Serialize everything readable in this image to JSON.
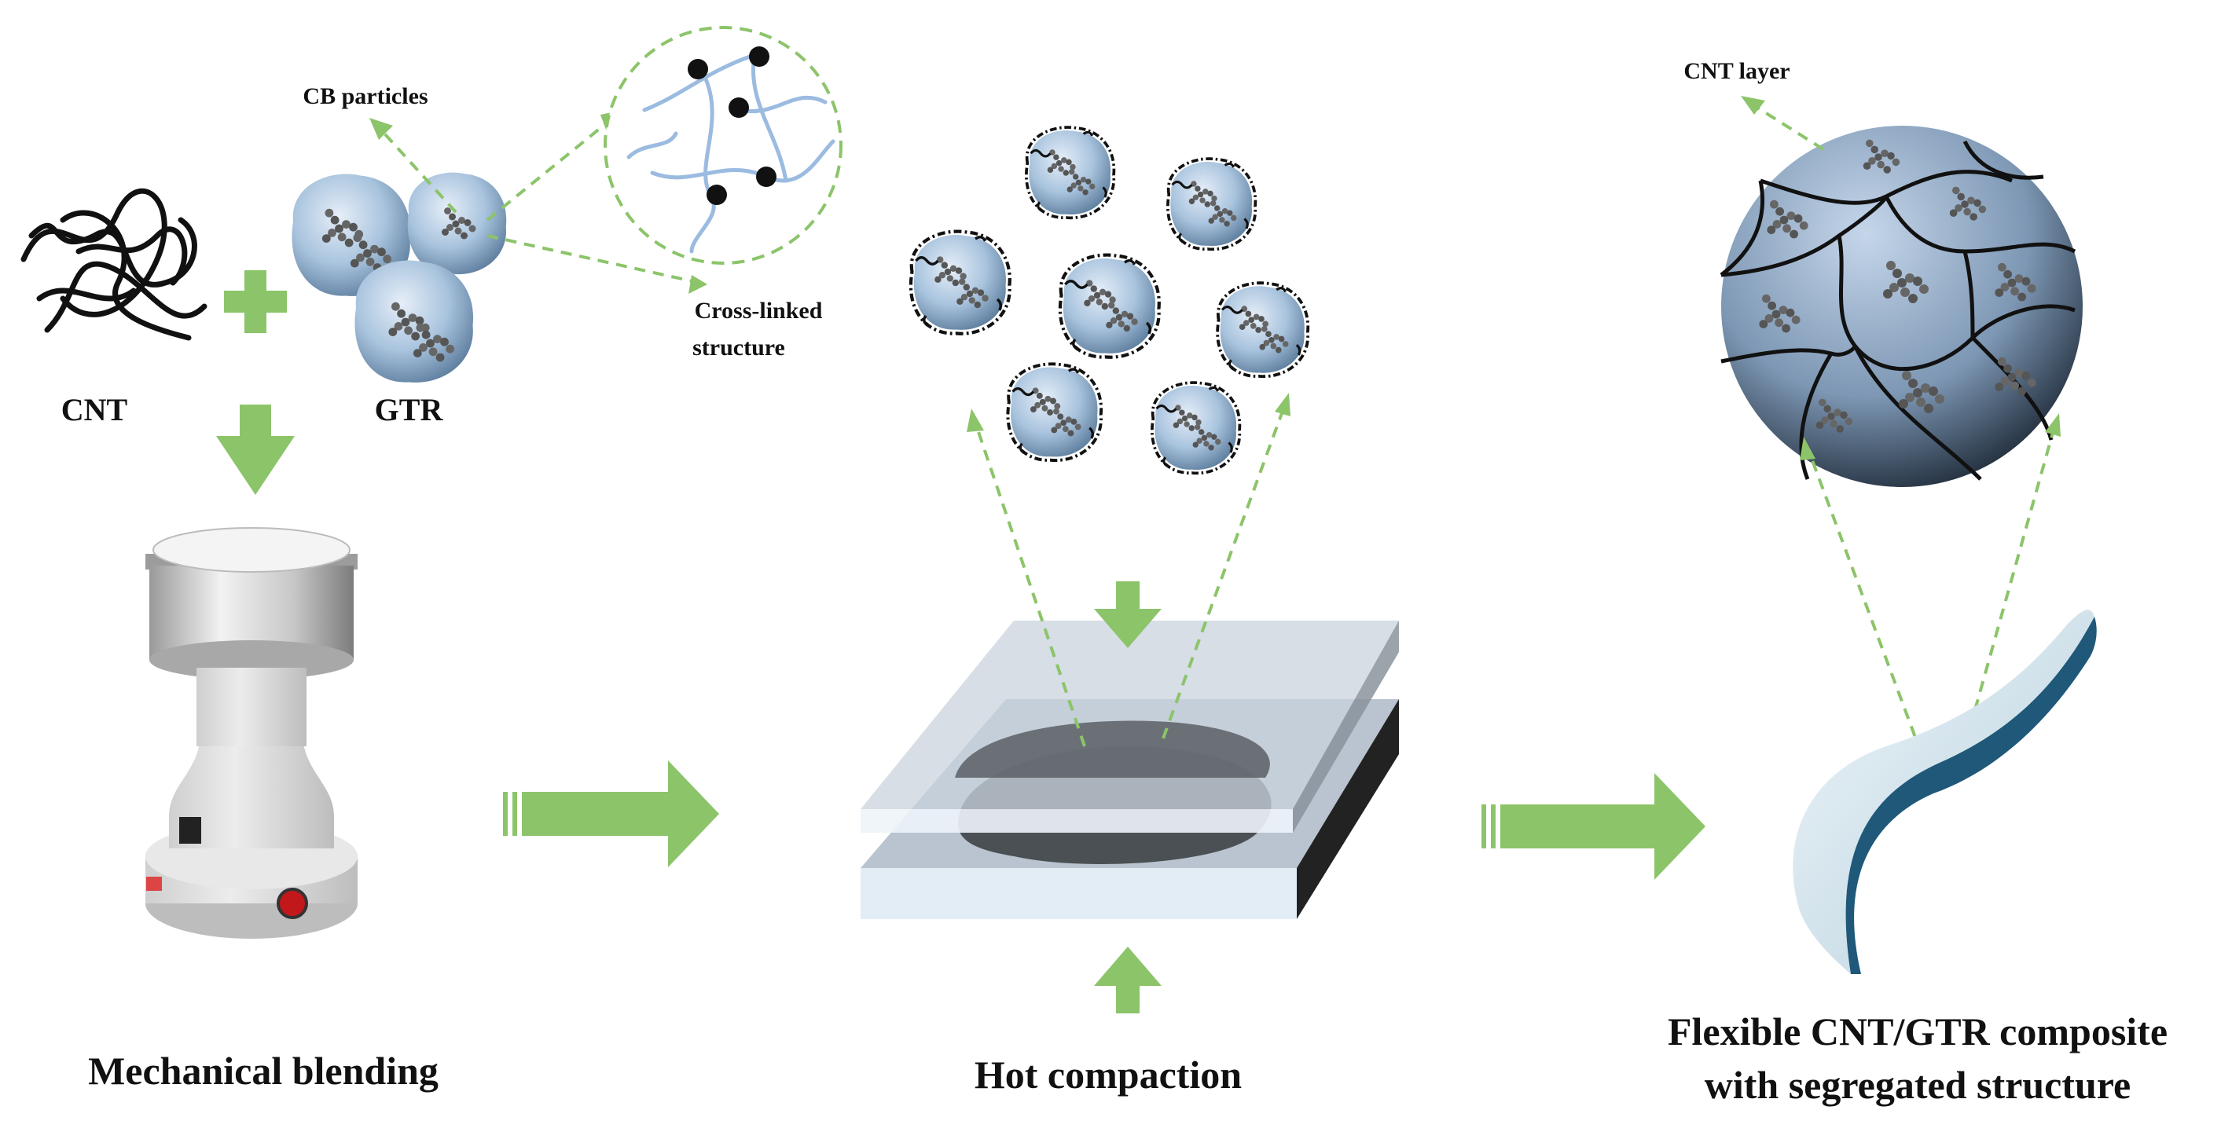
{
  "labels": {
    "cb_particles": "CB particles",
    "cross_linked_line1": "Cross-linked",
    "cross_linked_line2": "structure",
    "cnt": "CNT",
    "gtr": "GTR",
    "cnt_layer": "CNT layer",
    "mechanical_blending": "Mechanical  blending",
    "hot_compaction": "Hot compaction",
    "composite_line1": "Flexible CNT/GTR composite",
    "composite_line2": "with segregated  structure"
  },
  "colors": {
    "arrow_green": "#8cc46a",
    "dash_green": "#8cc46a",
    "particle_blue": "#a9c4de",
    "network_blue": "#9bbbe0",
    "film_edge": "#1f5878",
    "film_face": "#cfe1ea",
    "plate": "#b9c4d0",
    "dark_disc": "#555a5f"
  },
  "icons": {
    "cnt_bundle": "tangled-lines-icon",
    "gtr_particle": "rubber-particle-icon",
    "blender": "blender-machine-icon",
    "press": "press-plates-icon",
    "film": "flexible-film-icon"
  }
}
